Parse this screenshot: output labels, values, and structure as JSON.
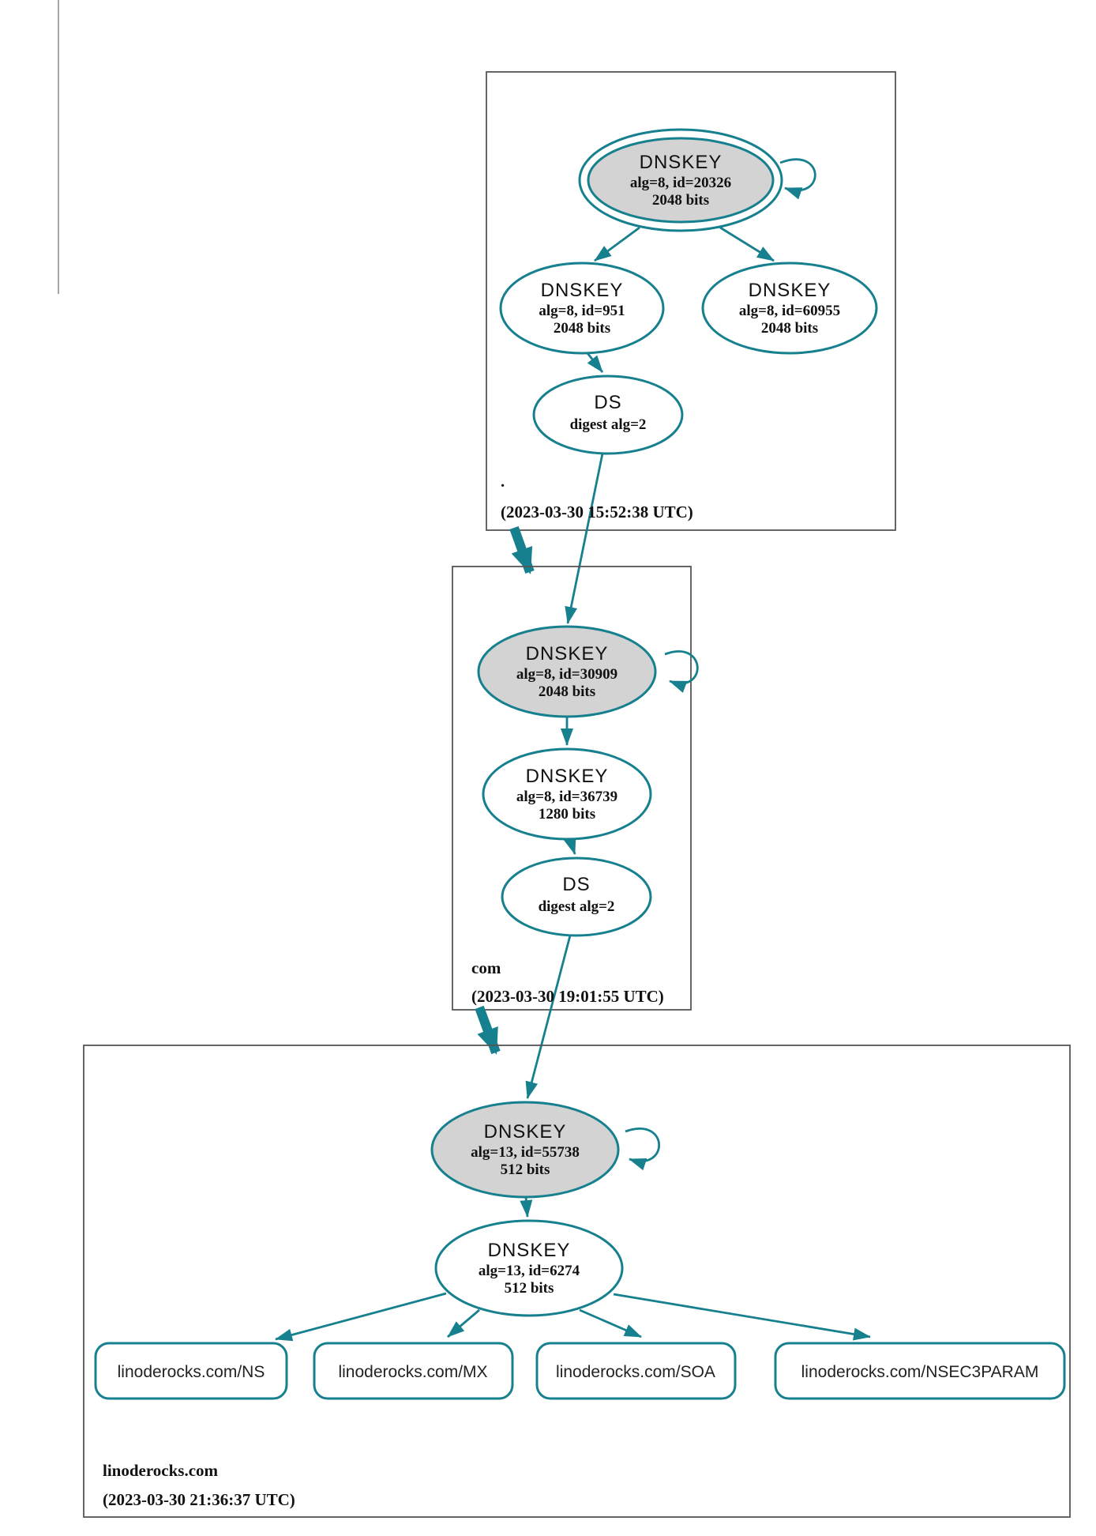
{
  "colors": {
    "edge": "#17808e",
    "ksk_fill": "#d3d3d3",
    "node_fill": "#ffffff",
    "zone_border": "#555555",
    "text": "#111111"
  },
  "zones": [
    {
      "label": ".",
      "timestamp": "(2023-03-30 15:52:38 UTC)",
      "nodes": {
        "ksk": {
          "title": "DNSKEY",
          "meta": "alg=8, id=20326",
          "bits": "2048 bits"
        },
        "zsk_a": {
          "title": "DNSKEY",
          "meta": "alg=8, id=951",
          "bits": "2048 bits"
        },
        "zsk_b": {
          "title": "DNSKEY",
          "meta": "alg=8, id=60955",
          "bits": "2048 bits"
        },
        "ds": {
          "title": "DS",
          "meta": "digest alg=2"
        }
      }
    },
    {
      "label": "com",
      "timestamp": "(2023-03-30 19:01:55 UTC)",
      "nodes": {
        "ksk": {
          "title": "DNSKEY",
          "meta": "alg=8, id=30909",
          "bits": "2048 bits"
        },
        "zsk": {
          "title": "DNSKEY",
          "meta": "alg=8, id=36739",
          "bits": "1280 bits"
        },
        "ds": {
          "title": "DS",
          "meta": "digest alg=2"
        }
      }
    },
    {
      "label": "linoderocks.com",
      "timestamp": "(2023-03-30 21:36:37 UTC)",
      "nodes": {
        "ksk": {
          "title": "DNSKEY",
          "meta": "alg=13, id=55738",
          "bits": "512 bits"
        },
        "zsk": {
          "title": "DNSKEY",
          "meta": "alg=13, id=6274",
          "bits": "512 bits"
        }
      },
      "rrsets": [
        {
          "label": "linoderocks.com/NS"
        },
        {
          "label": "linoderocks.com/MX"
        },
        {
          "label": "linoderocks.com/SOA"
        },
        {
          "label": "linoderocks.com/NSEC3PARAM"
        }
      ]
    }
  ]
}
